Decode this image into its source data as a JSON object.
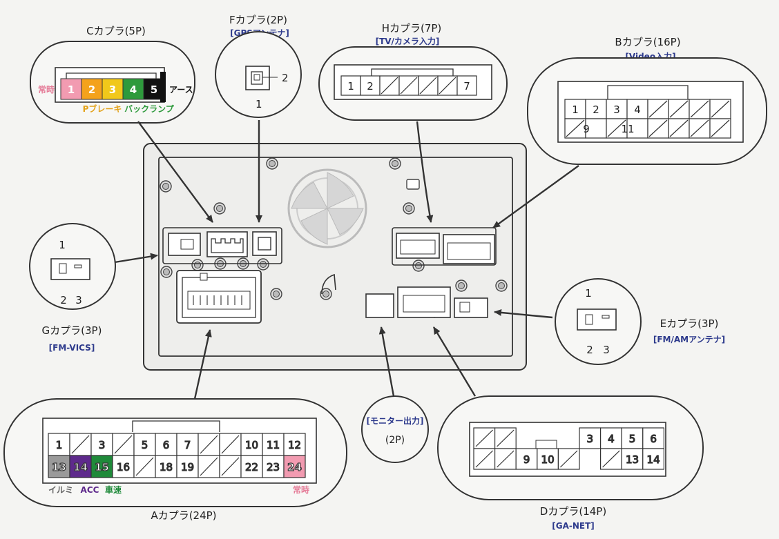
{
  "connectors": {
    "C": {
      "title": "Cカプラ(5P)",
      "pins": [
        "1",
        "2",
        "3",
        "4",
        "5"
      ],
      "ground": "アース",
      "label_left": "常時",
      "label_p": "Pブレーキ",
      "label_back": "バックランプ"
    },
    "F": {
      "title": "Fカプラ(2P)",
      "subtitle": "[GPSアンテナ]",
      "pin1": "1",
      "pin2": "2"
    },
    "H": {
      "title": "Hカプラ(7P)",
      "subtitle": "[TV/カメラ入力]",
      "pins": [
        "1",
        "2",
        "7"
      ]
    },
    "B": {
      "title": "Bカプラ(16P)",
      "subtitle": "[Video入力]",
      "row1": [
        "1",
        "2",
        "3",
        "4"
      ],
      "row2": [
        "9",
        "11"
      ]
    },
    "G": {
      "title": "Gカプラ(3P)",
      "subtitle": "[FM-VICS]",
      "pin1": "1",
      "pin2": "2",
      "pin3": "3"
    },
    "E": {
      "title": "Eカプラ(3P)",
      "subtitle": "[FM/AMアンテナ]",
      "pin1": "1",
      "pin2": "2",
      "pin3": "3"
    },
    "M": {
      "title": "[モニター出力]",
      "subtitle": "(2P)"
    },
    "A": {
      "title": "Aカプラ(24P)",
      "row1": [
        "1",
        "3",
        "5",
        "6",
        "7",
        "10",
        "11",
        "12"
      ],
      "row2": [
        "13",
        "14",
        "15",
        "16",
        "18",
        "19",
        "22",
        "23",
        "24"
      ],
      "label_illumi": "イルミ",
      "label_acc": "ACC",
      "label_speed": "車速",
      "label_const": "常時"
    },
    "D": {
      "title": "Dカプラ(14P)",
      "subtitle": "[GA-NET]",
      "row1": [
        "3",
        "4",
        "5",
        "6"
      ],
      "row2": [
        "9",
        "10",
        "13",
        "14"
      ]
    }
  },
  "colors": {
    "pink": "#f29bb1",
    "orange": "#f4a21c",
    "yellow": "#f1c81a",
    "green": "#2e9a3c",
    "black": "#111111",
    "gray": "#9a9a9a",
    "purple": "#5e2a8c",
    "darkgreen": "#1f8a3a",
    "blue_text": "#2d3a8c"
  }
}
